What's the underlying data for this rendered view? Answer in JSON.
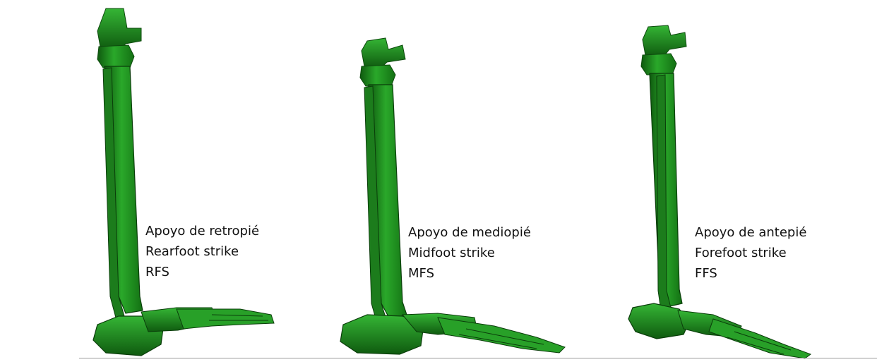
{
  "colors": {
    "bone_fill": "#1e8a1e",
    "bone_dark": "#0d4a0d",
    "bone_light": "#3fbf3f",
    "background": "#ffffff",
    "text": "#111111"
  },
  "panels": [
    {
      "id": "rfs",
      "icon": "leg-skeleton-rearfoot-strike",
      "line_es": "Apoyo de retropié",
      "line_en": "Rearfoot strike",
      "abbr": "RFS"
    },
    {
      "id": "mfs",
      "icon": "leg-skeleton-midfoot-strike",
      "line_es": "Apoyo de mediopié",
      "line_en": "Midfoot strike",
      "abbr": "MFS"
    },
    {
      "id": "ffs",
      "icon": "leg-skeleton-forefoot-strike",
      "line_es": "Apoyo de antepié",
      "line_en": "Forefoot strike",
      "abbr": "FFS"
    }
  ]
}
